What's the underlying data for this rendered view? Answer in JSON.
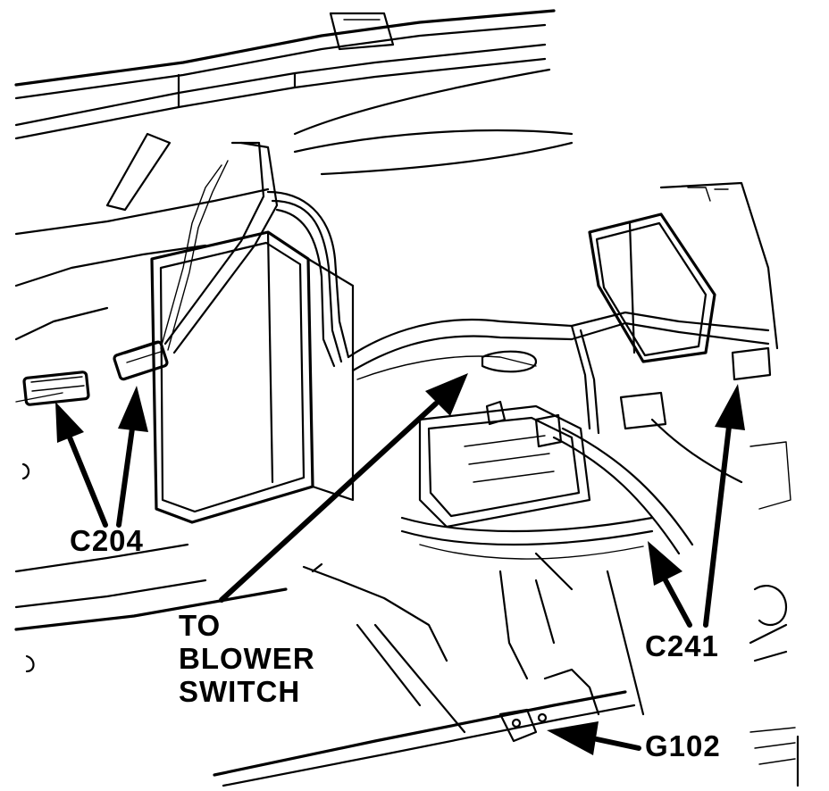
{
  "labels": {
    "c204": "C204",
    "blower_line1": "TO",
    "blower_line2": "BLOWER",
    "blower_line3": "SWITCH",
    "c241": "C241",
    "g102": "G102"
  },
  "colors": {
    "ink": "#000000",
    "paper": "#ffffff"
  }
}
